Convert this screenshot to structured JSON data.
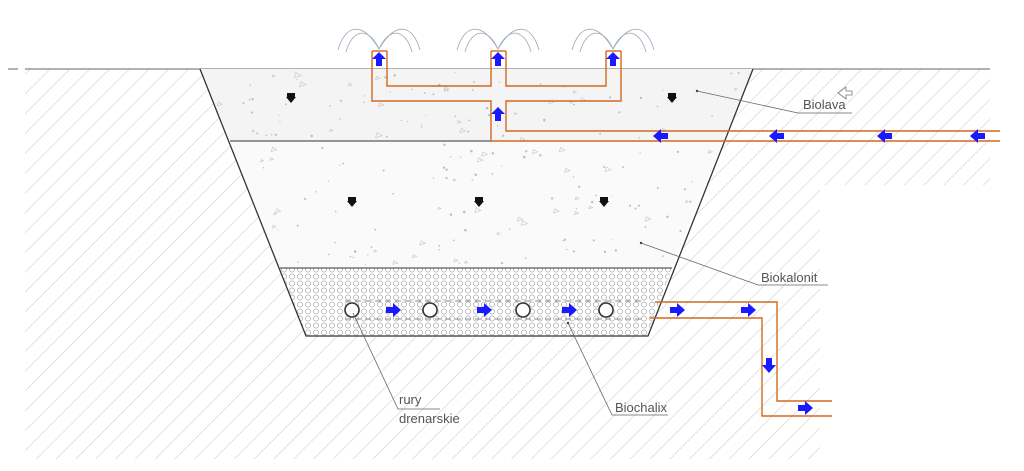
{
  "labels": {
    "biolava": "Biolava",
    "biokalonit": "Biokalonit",
    "biochalix": "Biochalix",
    "rury_line1": "rury",
    "rury_line2": "drenarskie"
  },
  "colors": {
    "pipe": "#d2691e",
    "flow_arrow": "#1a1aff",
    "infiltration_arrow": "#111111",
    "hatch": "#c8c8c8",
    "outline": "#333333",
    "label_text": "#555555"
  },
  "icons": {
    "flow": "blue-flow-arrow-icon",
    "infiltration": "black-down-arrow-icon",
    "fountain": "spray-fountain-icon",
    "pipe_section": "drain-pipe-circle-icon",
    "outline_arrow": "outline-left-arrow-icon"
  }
}
